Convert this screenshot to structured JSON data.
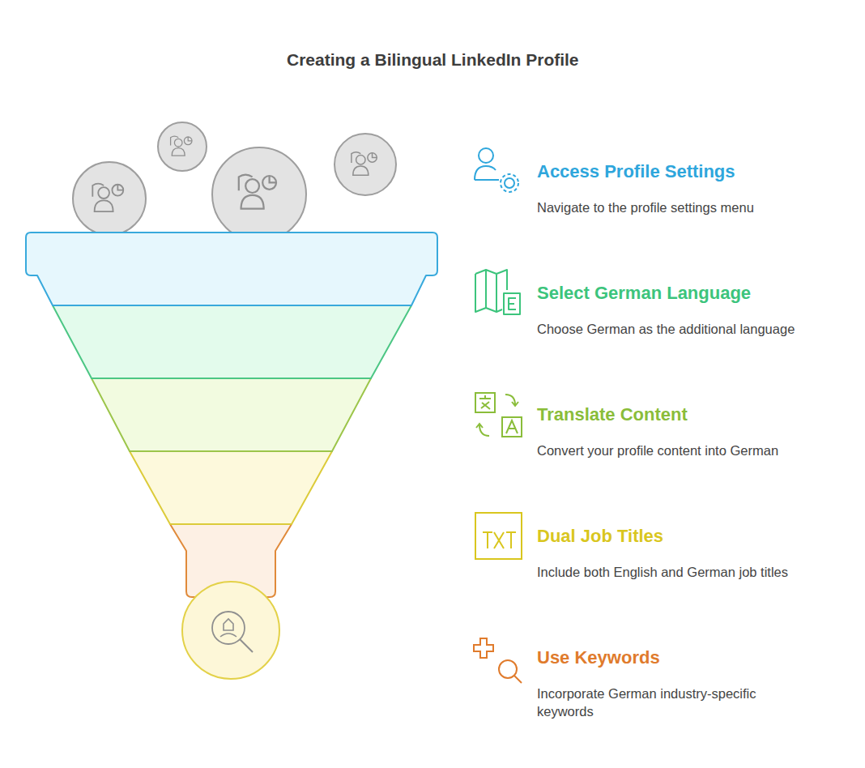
{
  "diagram": {
    "title": "Creating a Bilingual LinkedIn Profile",
    "labels": [
      "Access Profile Settings",
      "Navigate to the profile settings menu",
      "Select German Language",
      "Choose German as the additional language",
      "Translate Content",
      "Convert your profile content into German",
      "Dual Job Titles",
      "Include both English and German job titles",
      "Use Keywords",
      "Incorporate German industry-specific keywords"
    ]
  }
}
